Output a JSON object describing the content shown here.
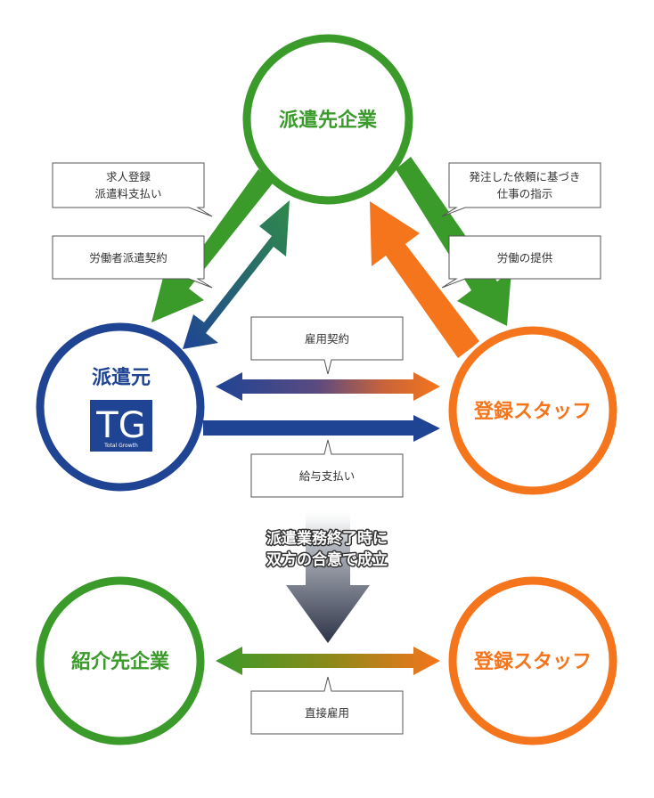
{
  "nodes": {
    "haken_saki": "派遣先企業",
    "haken_moto": "派遣元",
    "staff_top": "登録スタッフ",
    "shokai_saki": "紹介先企業",
    "staff_bottom": "登録スタッフ"
  },
  "logo": {
    "letters": "TG",
    "name": "Total Growth"
  },
  "boxes": {
    "left_upper": [
      "求人登録",
      "派遣料支払い"
    ],
    "left_lower": "労働者派遣契約",
    "right_upper": [
      "発注した依頼に基づき",
      "仕事の指示"
    ],
    "right_lower": "労働の提供",
    "koyou_keiyaku": "雇用契約",
    "kyuyo": "給与支払い",
    "chokusetsu": "直接雇用"
  },
  "banner": [
    "派遣業務終了時に",
    "双方の合意で成立"
  ],
  "colors": {
    "green": "#3a9a2a",
    "navy": "#1f4494",
    "orange": "#f5751c",
    "grey_arrow": "#2d3447"
  }
}
